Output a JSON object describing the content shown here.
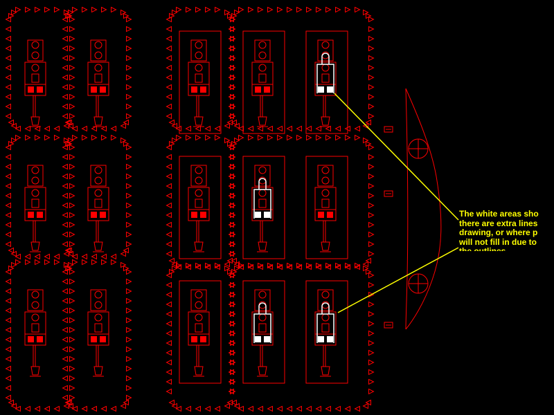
{
  "colors": {
    "background": "#000000",
    "outline": "#ff0000",
    "highlight": "#ffffff",
    "annotation": "#ffff00"
  },
  "drawing": {
    "units": [
      "unit-r0-c0",
      "unit-r0-c1",
      "unit-r0-c2",
      "unit-r0-c3",
      "unit-r0-c4",
      "unit-r1-c0",
      "unit-r1-c1",
      "unit-r1-c2",
      "unit-r1-c3",
      "unit-r1-c4",
      "unit-r2-c0",
      "unit-r2-c1",
      "unit-r2-c2",
      "unit-r2-c3",
      "unit-r2-c4"
    ],
    "highlighted_units": [
      "unit-r0-c4",
      "unit-r1-c3",
      "unit-r2-c3",
      "unit-r2-c4"
    ]
  },
  "annotation": {
    "lines": [
      "The white areas sho",
      "there are extra lines",
      "drawing, or where p",
      "will not fill in due to",
      "the outlines."
    ]
  }
}
